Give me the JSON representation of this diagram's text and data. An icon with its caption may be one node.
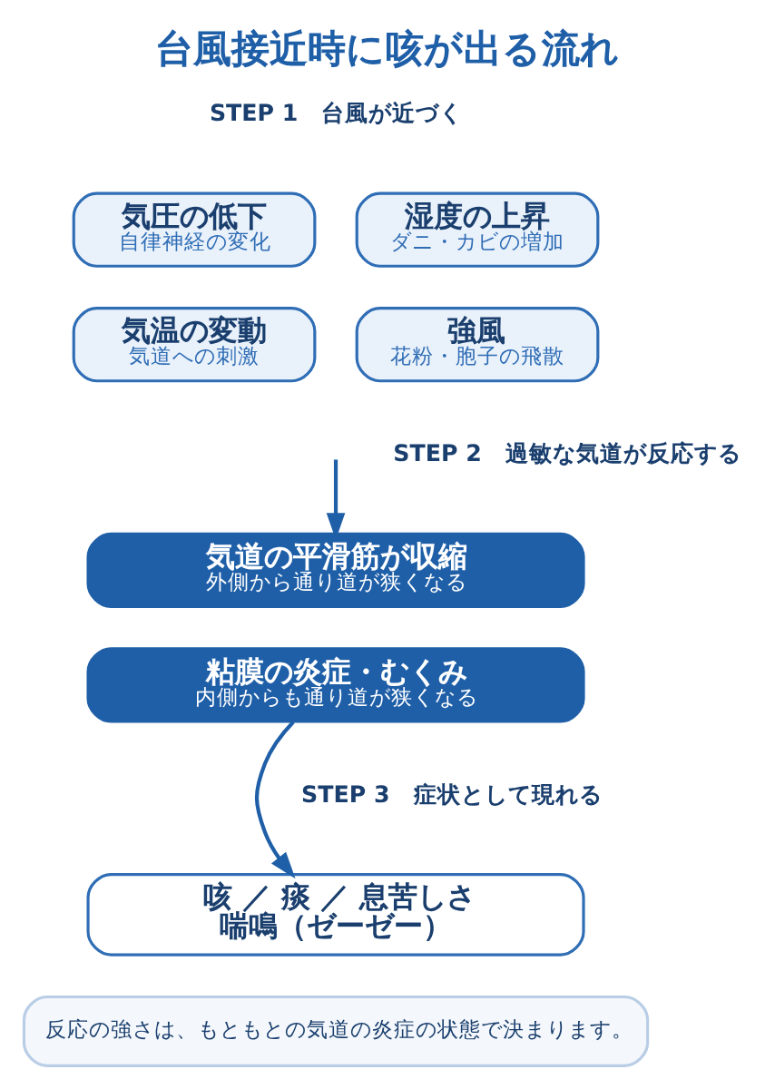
{
  "diagram": {
    "title": "台風接近時に咳が出る流れ",
    "nodes": [
      {
        "text": [
          "気圧の低下",
          "自律神経の変化"
        ]
      },
      {
        "text": [
          "湿度の上昇",
          "ダニ・カビの増加"
        ]
      },
      {
        "text": [
          "気温の変動",
          "気道への刺激"
        ]
      },
      {
        "text": [
          "強風",
          "花粉・胞子の飛散"
        ]
      },
      {
        "text": [
          "気道の平滑筋が収縮",
          "外側から通り道が狭くなる"
        ]
      },
      {
        "text": [
          "粘膜の炎症・むくみ",
          "内側からも通り道が狭くなる"
        ]
      },
      {
        "text": [
          "咳 ／ 痰 ／ 息苦しさ",
          "喘鳴（ゼーゼー）"
        ]
      },
      {
        "text": [
          "反応の強さは、もともとの気道の炎症の状態で決まります。"
        ]
      }
    ],
    "edges": [
      {
        "from": null,
        "to": 4,
        "arrow": "to"
      },
      {
        "from": 5,
        "to": 6,
        "arrow": "to"
      }
    ],
    "labels": [
      "STEP 1　台風が近づく",
      "STEP 2　過敏な気道が反応する",
      "STEP 3　症状として現れる"
    ]
  }
}
